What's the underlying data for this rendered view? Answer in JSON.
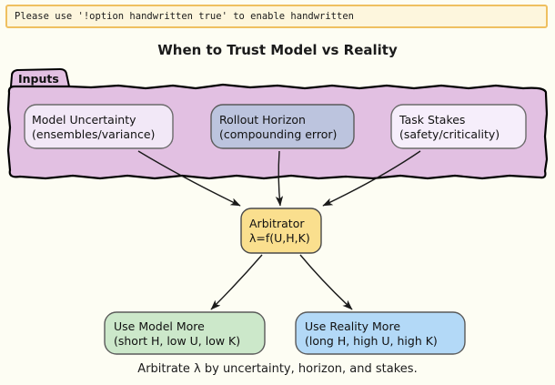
{
  "notice": {
    "text": "Please use '!option handwritten true' to enable handwritten",
    "bg": "#fdf6dd",
    "border": "#efc060"
  },
  "diagram": {
    "title": "When to Trust Model vs Reality",
    "caption": "Arbitrate λ by uncertainty, horizon, and stakes.",
    "background": "#fdfdf3",
    "group": {
      "label": "Inputs",
      "fill": "#e2c0e2",
      "stroke": "#000000"
    },
    "inputs": [
      {
        "id": "model-uncertainty",
        "line1": "Model Uncertainty",
        "line2": "(ensembles/variance)",
        "fill": "#f2e8f7",
        "stroke": "#6b6b6b"
      },
      {
        "id": "rollout-horizon",
        "line1": "Rollout Horizon",
        "line2": "(compounding error)",
        "fill": "#bcc4de",
        "stroke": "#5a5a5a"
      },
      {
        "id": "task-stakes",
        "line1": "Task Stakes",
        "line2": "(safety/criticality)",
        "fill": "#f6eefb",
        "stroke": "#6b6b6b"
      }
    ],
    "arbitrator": {
      "id": "arbitrator",
      "line1": "Arbitrator",
      "line2": "λ=f(U,H,K)",
      "fill": "#fadf8e",
      "stroke": "#4a4a4a"
    },
    "outcomes": [
      {
        "id": "use-model-more",
        "line1": "Use Model More",
        "line2": "(short H, low U, low K)",
        "fill": "#cce8ca",
        "stroke": "#5a5a5a"
      },
      {
        "id": "use-reality-more",
        "line1": "Use Reality More",
        "line2": "(long H, high U, high K)",
        "fill": "#b3d9f7",
        "stroke": "#5a5a5a"
      }
    ],
    "edges": [
      {
        "id": "edge-model-uncertainty-to-arbitrator",
        "from": "model-uncertainty",
        "to": "arbitrator"
      },
      {
        "id": "edge-rollout-horizon-to-arbitrator",
        "from": "rollout-horizon",
        "to": "arbitrator"
      },
      {
        "id": "edge-task-stakes-to-arbitrator",
        "from": "task-stakes",
        "to": "arbitrator"
      },
      {
        "id": "edge-arbitrator-to-use-model-more",
        "from": "arbitrator",
        "to": "use-model-more"
      },
      {
        "id": "edge-arbitrator-to-use-reality-more",
        "from": "arbitrator",
        "to": "use-reality-more"
      }
    ]
  }
}
